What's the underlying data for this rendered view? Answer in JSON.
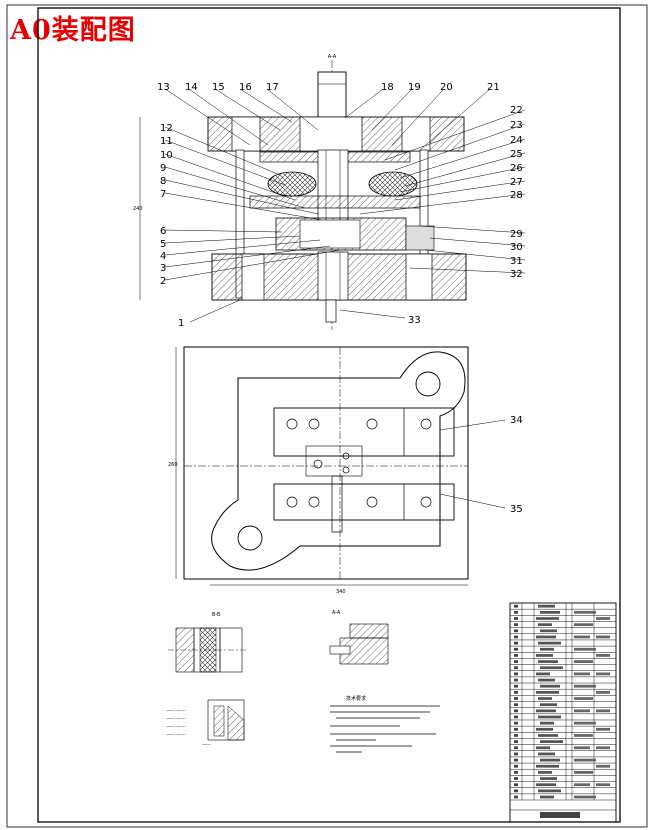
{
  "title": "A0装配图",
  "section_label_top": "A-A",
  "part_numbers": {
    "left": [
      "13",
      "14",
      "15",
      "16",
      "17",
      "12",
      "11",
      "10",
      "9",
      "8",
      "7",
      "6",
      "5",
      "4",
      "3",
      "2",
      "1"
    ],
    "right": [
      "18",
      "19",
      "20",
      "21",
      "22",
      "23",
      "24",
      "25",
      "26",
      "27",
      "28",
      "29",
      "30",
      "31",
      "32",
      "33"
    ],
    "plan": [
      "34",
      "35"
    ]
  },
  "detail_views": [
    "B-B",
    "A-A"
  ],
  "notes_heading": "技术要求",
  "bom_rows": 32
}
